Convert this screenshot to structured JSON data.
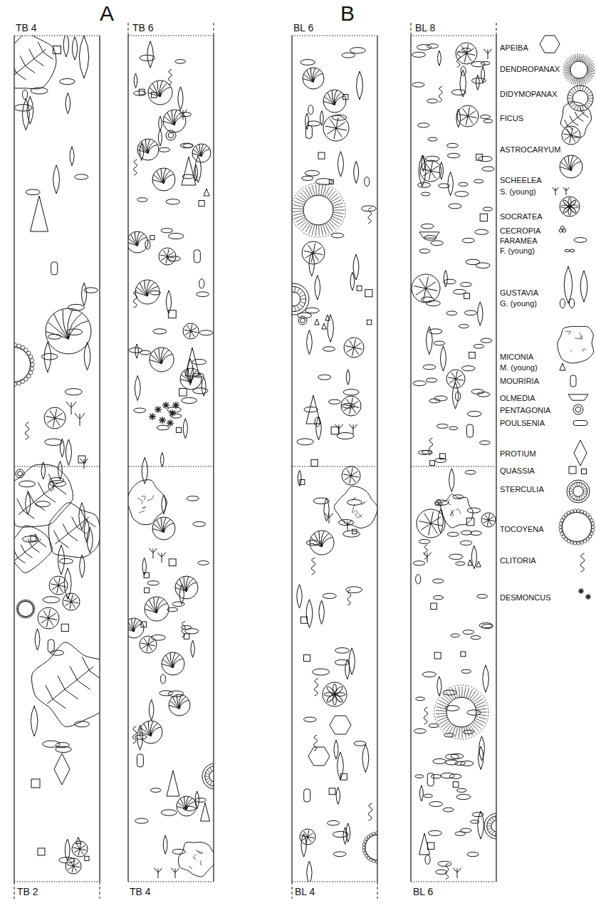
{
  "diagram": {
    "labels": [
      "A",
      "B",
      "TB 4",
      "TB 6",
      "BL 6",
      "BL 8",
      "TB 2",
      "TB 4",
      "BL 4",
      "BL 6"
    ],
    "legend": [
      {
        "text": "APEIBA"
      },
      {
        "text": "DENDROPANAX"
      },
      {
        "text": "DIDYMOPANAX"
      },
      {
        "text": "FICUS"
      },
      {
        "text": "ASTROCARYUM"
      },
      {
        "text": "SCHEELEA"
      },
      {
        "text": "S. (young)"
      },
      {
        "text": "SOCRATEA"
      },
      {
        "text": "CECROPIA"
      },
      {
        "text": "FARAMEA"
      },
      {
        "text": "F. (young)"
      },
      {
        "text": "GUSTAVIA"
      },
      {
        "text": "G. (young)"
      },
      {
        "text": "MICONIA"
      },
      {
        "text": "M. (young)"
      },
      {
        "text": "MOURIRIA"
      },
      {
        "text": "OLMEDIA"
      },
      {
        "text": "PENTAGONIA"
      },
      {
        "text": "POULSENIA"
      },
      {
        "text": "PROTIUM"
      },
      {
        "text": "QUASSIA"
      },
      {
        "text": "STERCULIA"
      },
      {
        "text": "TOCOYENA"
      },
      {
        "text": "CLITORIA"
      },
      {
        "text": "DESMONCUS"
      }
    ]
  }
}
